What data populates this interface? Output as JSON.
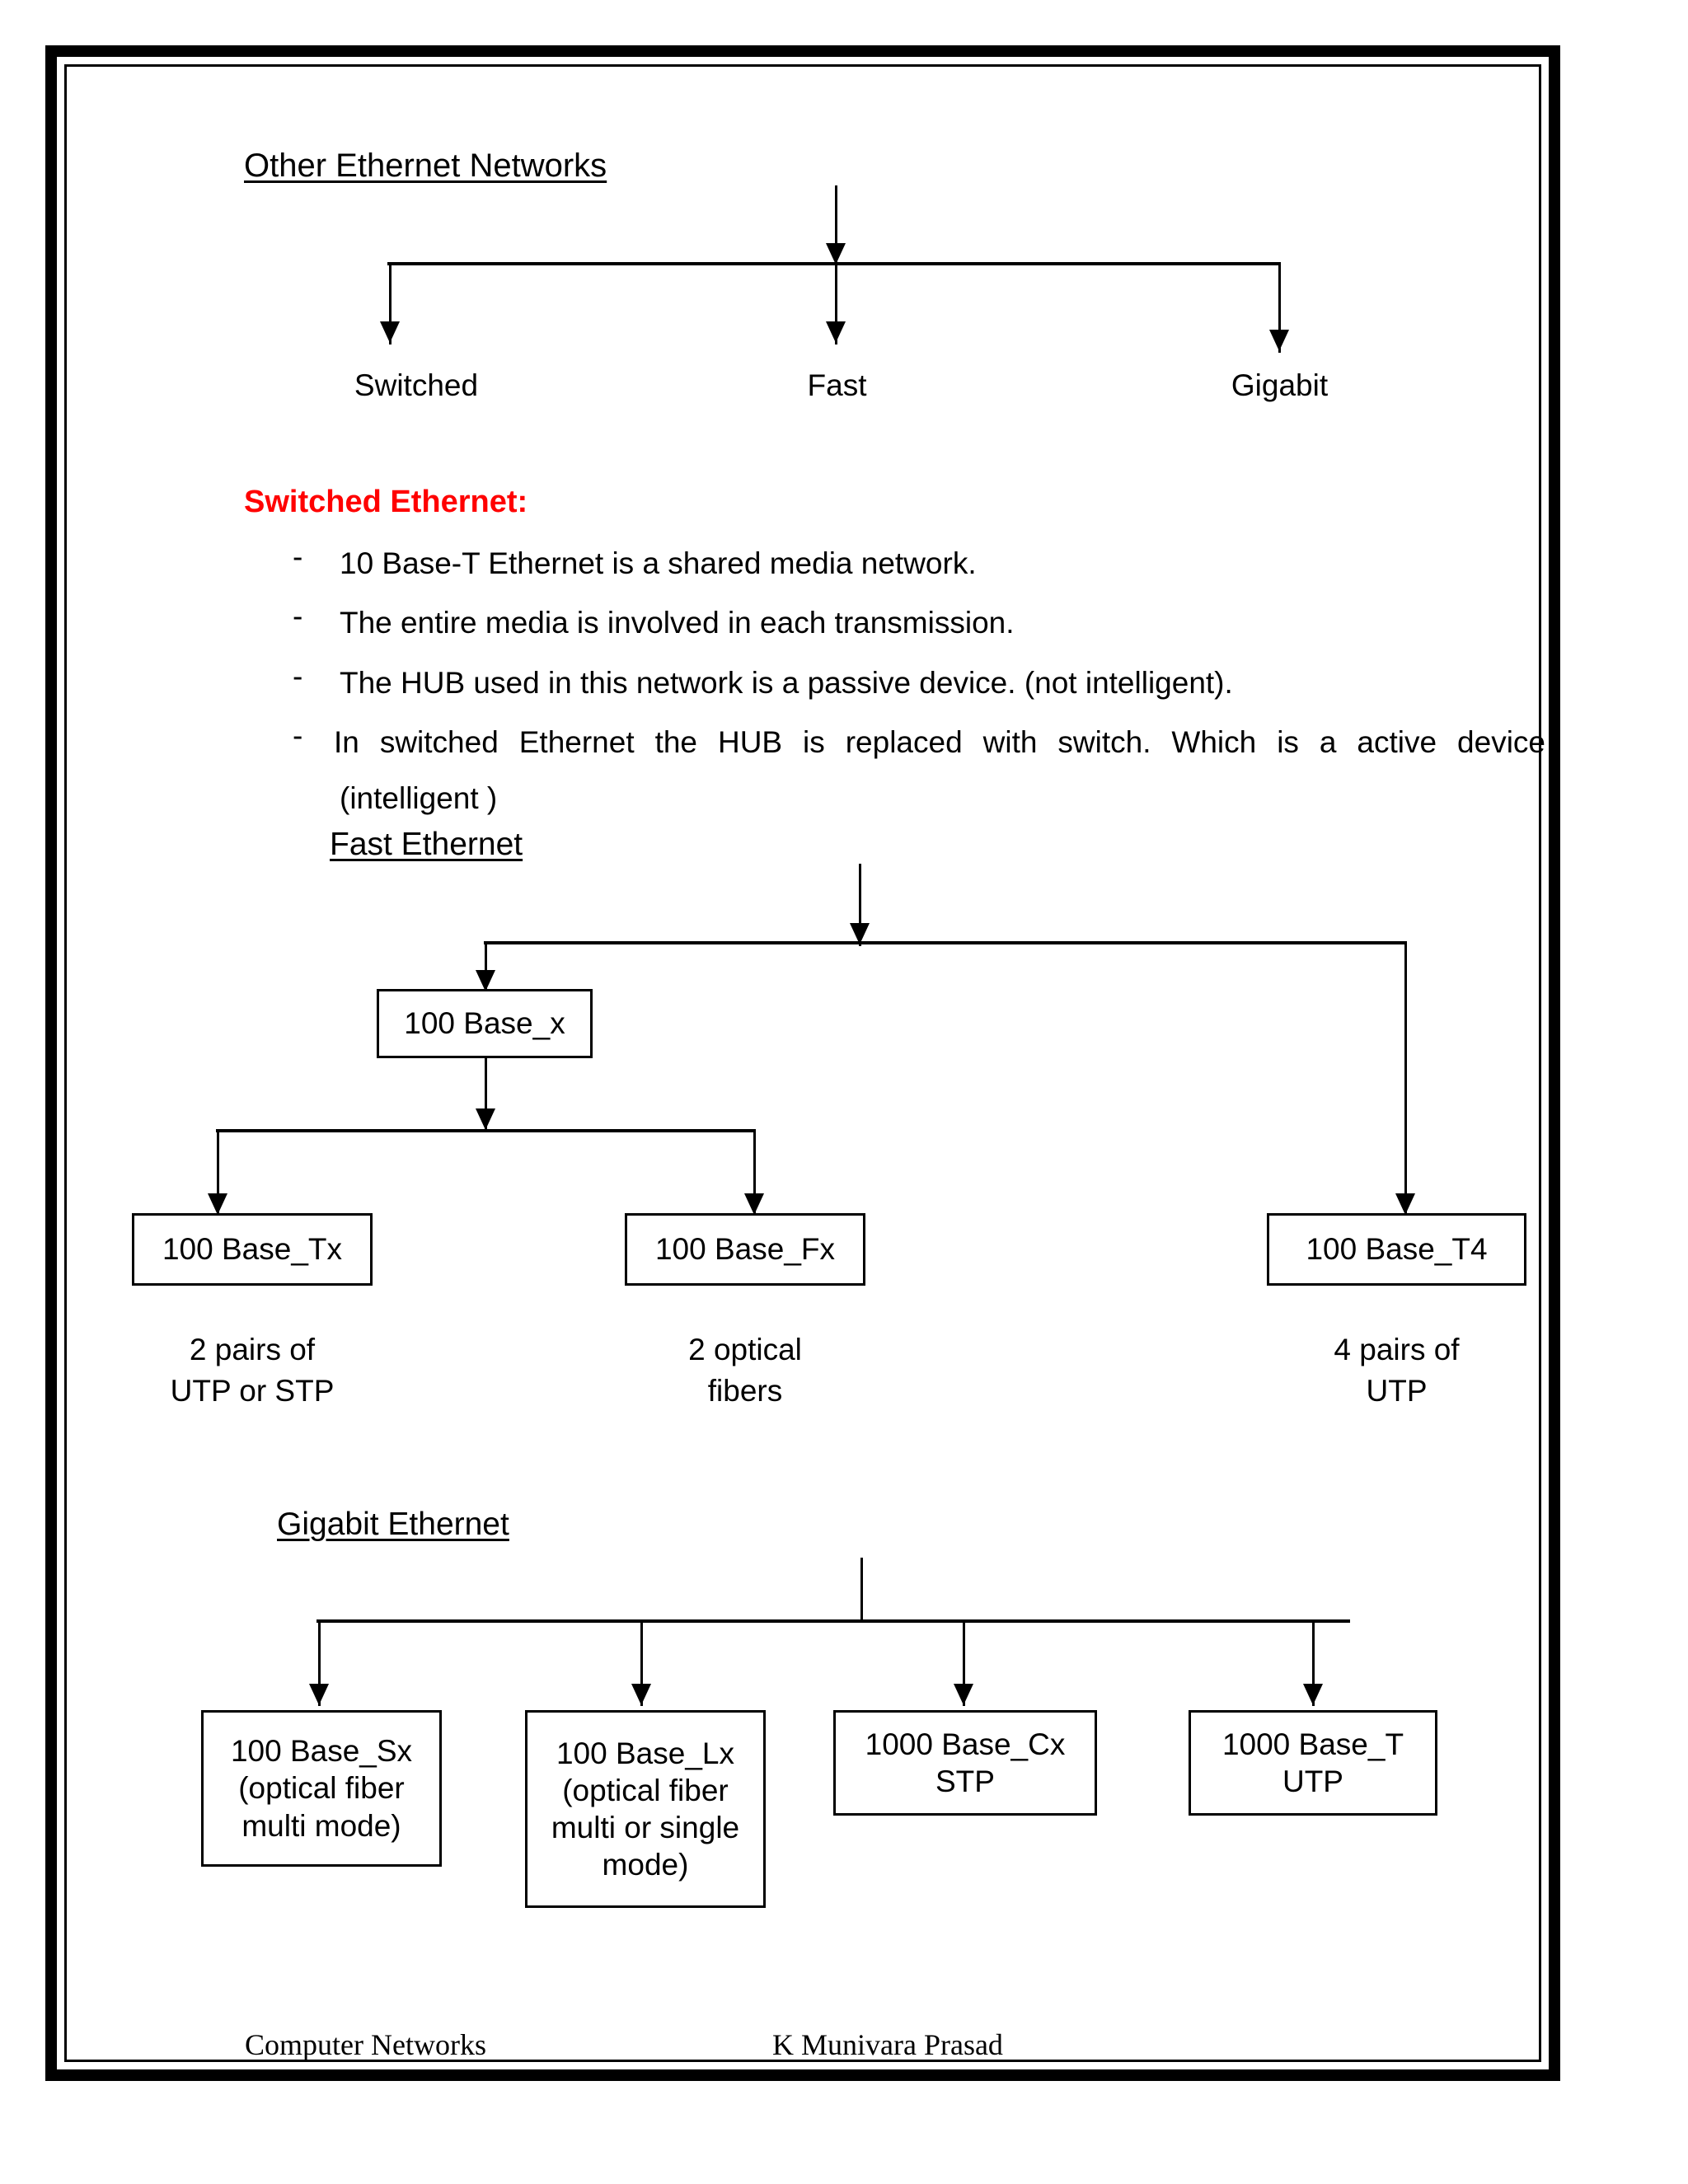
{
  "document": {
    "title": "Other Ethernet Networks"
  },
  "section_top": {
    "heading": "Other Ethernet Networks",
    "branches": [
      {
        "label": "Switched"
      },
      {
        "label": "Fast"
      },
      {
        "label": "Gigabit"
      }
    ]
  },
  "switched_ethernet": {
    "heading": "Switched Ethernet:",
    "heading_color": "#FF0000",
    "bullet_marker": "-",
    "bullets": [
      "10 Base-T Ethernet is a shared media network.",
      "The entire media is involved in each transmission.",
      "The HUB used in this network is a passive device. (not intelligent).",
      "In switched Ethernet  the HUB is replaced with switch. Which is a active device",
      "(intelligent )"
    ]
  },
  "fast_ethernet": {
    "heading": "Fast Ethernet",
    "root_box": "100 Base_x",
    "leaf_boxes": [
      {
        "label": "100 Base_Tx",
        "caption": "2 pairs of\nUTP or STP"
      },
      {
        "label": "100 Base_Fx",
        "caption": "2 optical\nfibers"
      },
      {
        "label": "100 Base_T4",
        "caption": "4 pairs of\nUTP"
      }
    ]
  },
  "gigabit_ethernet": {
    "heading": "Gigabit Ethernet",
    "leaf_boxes": [
      {
        "label": "100 Base_Sx\n(optical fiber\nmulti mode)"
      },
      {
        "label": "100 Base_Lx\n(optical fiber\nmulti or single\nmode)"
      },
      {
        "label": "1000 Base_Cx\nSTP"
      },
      {
        "label": "1000 Base_T\nUTP"
      }
    ]
  },
  "footer": {
    "left": "Computer Networks",
    "center": "K Munivara Prasad"
  }
}
